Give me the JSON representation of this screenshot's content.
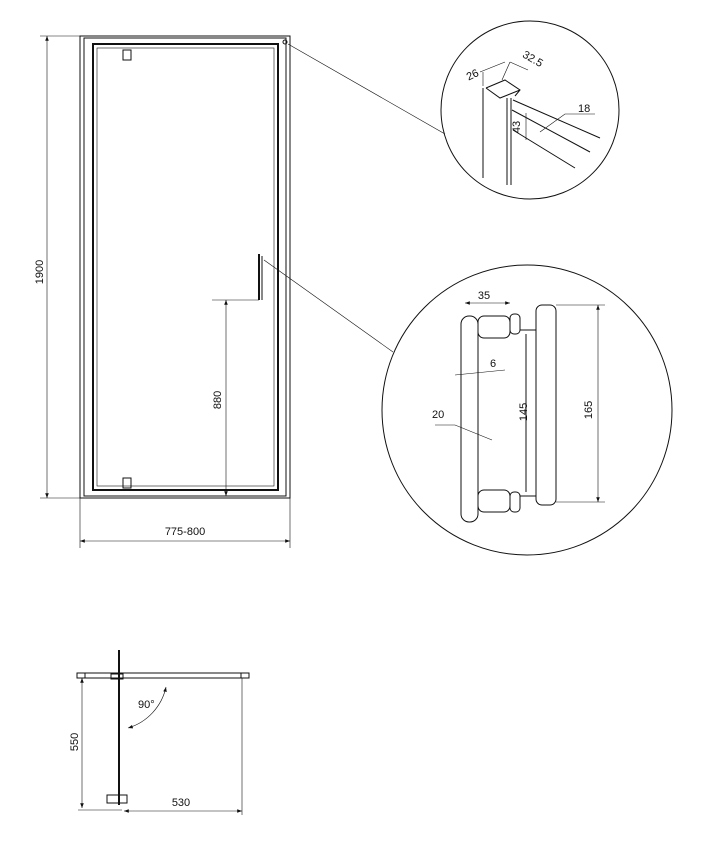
{
  "front_view": {
    "height_label": "1900",
    "width_label": "775-800",
    "handle_height_label": "880"
  },
  "profile_detail": {
    "depth_label": "26",
    "width_label": "32.5",
    "glass_label": "18",
    "height_label": "43"
  },
  "handle_detail": {
    "standoff_label": "35",
    "gap_label": "6",
    "bar_label": "20",
    "inner_length_label": "145",
    "total_length_label": "165"
  },
  "plan_view": {
    "angle_label": "90°",
    "depth_label": "550",
    "opening_label": "530"
  }
}
